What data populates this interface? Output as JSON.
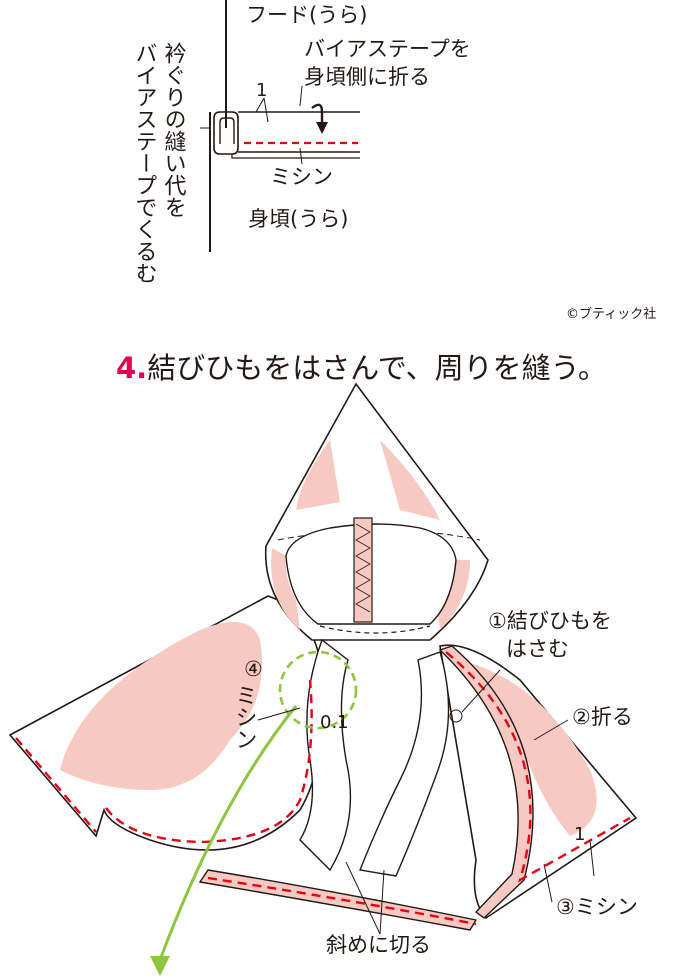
{
  "top_diagram": {
    "label_hood_back": "フード(うら)",
    "label_bias_fold_line1": "バイアステープを",
    "label_bias_fold_line2": "身頃側に折る",
    "label_measure_1": "1",
    "label_wrap_col1": "衿ぐりの縫い代を",
    "label_wrap_col2": "バイアステープでくるむ",
    "label_stitch": "ミシン",
    "label_body_back": "身頃(うら)"
  },
  "copyright": "©ブティック社",
  "step": {
    "number": "4.",
    "text": "結びひもをはさんで、周りを縫う。"
  },
  "bottom_diagram": {
    "label_tie_1": "①結びひもを",
    "label_tie_2": "はさむ",
    "label_fold": "②折る",
    "label_stitch_3": "③ミシン",
    "label_stitch_4_num": "④",
    "label_stitch_4_text": "ミシン",
    "label_measure_01": "0.1",
    "label_measure_1": "1",
    "label_cut_diagonal": "斜めに切る"
  },
  "colors": {
    "pink_fill": "#f6c9c2",
    "stitch_red": "#e60012",
    "accent_magenta": "#e5004f",
    "highlight_green": "#8cc63f",
    "line": "#231815"
  }
}
